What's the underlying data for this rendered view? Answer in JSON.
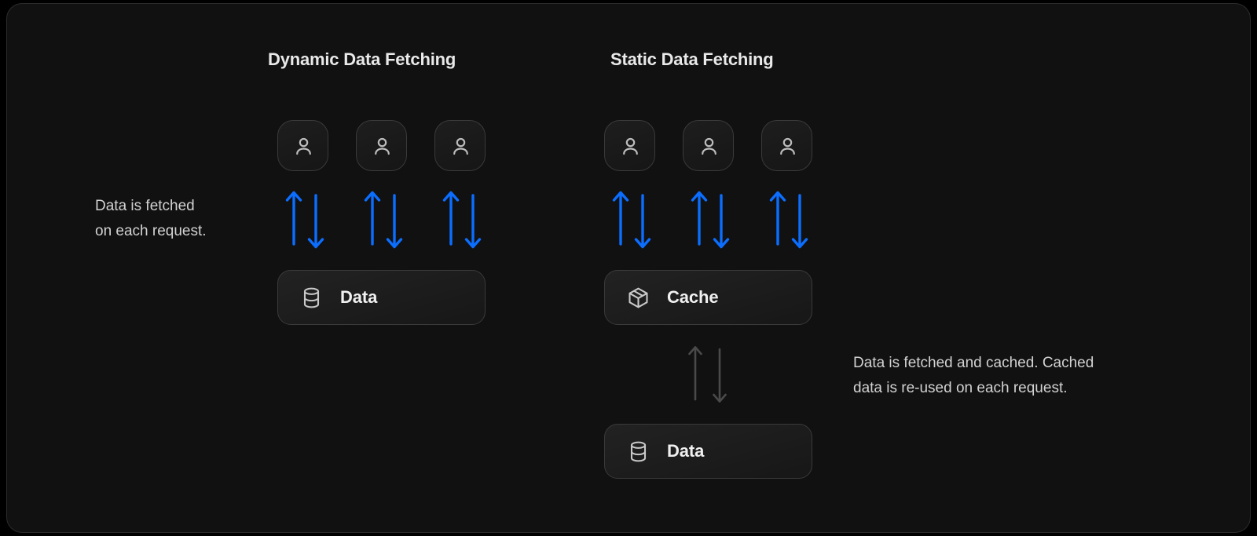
{
  "diagram": {
    "background_color": "#111111",
    "border_color": "#2c2c2c",
    "accent_blue": "#0b6eff",
    "muted_arrow_color": "#4a4a4a",
    "title_color": "#e9e9e9",
    "caption_color": "#d2d2d2"
  },
  "columns": {
    "dynamic": {
      "title": "Dynamic Data Fetching",
      "caption": "Data is fetched\non each request.",
      "users": [
        {
          "label": "user-1"
        },
        {
          "label": "user-2"
        },
        {
          "label": "user-3"
        }
      ],
      "connections": [
        {
          "from": "user-1",
          "to": "data",
          "style": "bidirectional",
          "color": "#0b6eff"
        },
        {
          "from": "user-2",
          "to": "data",
          "style": "bidirectional",
          "color": "#0b6eff"
        },
        {
          "from": "user-3",
          "to": "data",
          "style": "bidirectional",
          "color": "#0b6eff"
        }
      ],
      "nodes": [
        {
          "id": "data",
          "label": "Data",
          "icon": "database-icon"
        }
      ]
    },
    "static": {
      "title": "Static Data Fetching",
      "caption": "Data is fetched and cached. Cached\ndata is re-used on each request.",
      "users": [
        {
          "label": "user-1"
        },
        {
          "label": "user-2"
        },
        {
          "label": "user-3"
        }
      ],
      "connections": [
        {
          "from": "user-1",
          "to": "cache",
          "style": "bidirectional",
          "color": "#0b6eff"
        },
        {
          "from": "user-2",
          "to": "cache",
          "style": "bidirectional",
          "color": "#0b6eff"
        },
        {
          "from": "user-3",
          "to": "cache",
          "style": "bidirectional",
          "color": "#0b6eff"
        },
        {
          "from": "cache",
          "to": "data",
          "style": "bidirectional",
          "color": "#4a4a4a"
        }
      ],
      "nodes": [
        {
          "id": "cache",
          "label": "Cache",
          "icon": "package-icon"
        },
        {
          "id": "data",
          "label": "Data",
          "icon": "database-icon"
        }
      ]
    }
  }
}
